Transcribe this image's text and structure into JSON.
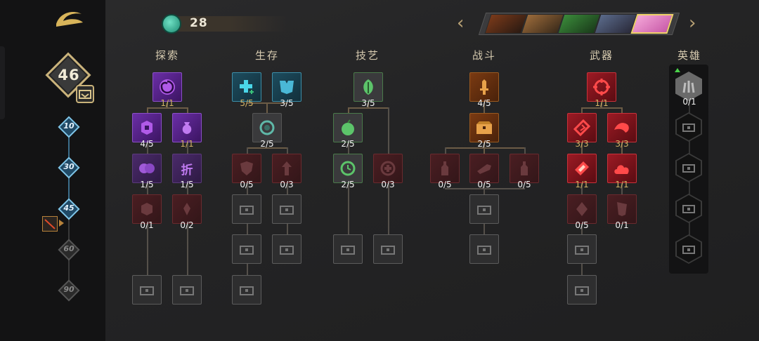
{
  "currency": {
    "amount": "28",
    "icon": "gem-icon"
  },
  "player": {
    "level": "46"
  },
  "milestones": [
    {
      "label": "10",
      "state": "unlocked"
    },
    {
      "label": "30",
      "state": "unlocked"
    },
    {
      "label": "45",
      "state": "unlocked"
    },
    {
      "label": "60",
      "state": "locked"
    },
    {
      "label": "90",
      "state": "locked"
    }
  ],
  "hero_selector": {
    "portraits": [
      "hero-1",
      "hero-2",
      "hero-3",
      "hero-4",
      "hero-5"
    ],
    "selected_index": 4
  },
  "columns": {
    "explore": {
      "title": "探索",
      "nodes": [
        {
          "id": "explore-1",
          "count": "1/1",
          "icon": "swirl-icon",
          "state": "maxed"
        },
        {
          "id": "explore-2",
          "count": "4/5",
          "icon": "coin-icon",
          "state": "active"
        },
        {
          "id": "explore-3",
          "count": "1/1",
          "icon": "pouch-icon",
          "state": "maxed"
        },
        {
          "id": "explore-4",
          "count": "1/5",
          "icon": "coins-icon",
          "state": "active"
        },
        {
          "id": "explore-5",
          "count": "1/5",
          "icon": "discount-icon",
          "state": "active",
          "glyph": "折"
        },
        {
          "id": "explore-6",
          "count": "0/1",
          "icon": "coin-icon",
          "state": "dim"
        },
        {
          "id": "explore-7",
          "count": "0/2",
          "icon": "gem-shard-icon",
          "state": "dim"
        },
        {
          "id": "explore-8",
          "count": "",
          "icon": "lock-chest-icon",
          "state": "locked"
        },
        {
          "id": "explore-9",
          "count": "",
          "icon": "lock-chest-icon",
          "state": "locked"
        }
      ]
    },
    "survival": {
      "title": "生存",
      "nodes": [
        {
          "id": "survival-1",
          "count": "5/5",
          "icon": "heal-plus-icon",
          "state": "maxed"
        },
        {
          "id": "survival-2",
          "count": "3/5",
          "icon": "armor-icon",
          "state": "active"
        },
        {
          "id": "survival-3",
          "count": "2/5",
          "icon": "recycle-icon",
          "state": "active"
        },
        {
          "id": "survival-4",
          "count": "0/5",
          "icon": "shield-icon",
          "state": "dim"
        },
        {
          "id": "survival-5",
          "count": "0/3",
          "icon": "rise-icon",
          "state": "dim"
        },
        {
          "id": "survival-6",
          "count": "",
          "icon": "lock-chest-icon",
          "state": "locked"
        },
        {
          "id": "survival-7",
          "count": "",
          "icon": "lock-chest-icon",
          "state": "locked"
        },
        {
          "id": "survival-8",
          "count": "",
          "icon": "lock-chest-icon",
          "state": "locked"
        },
        {
          "id": "survival-9",
          "count": "",
          "icon": "lock-chest-icon",
          "state": "locked"
        },
        {
          "id": "survival-10",
          "count": "",
          "icon": "lock-chest-icon",
          "state": "locked"
        }
      ]
    },
    "craft": {
      "title": "技艺",
      "nodes": [
        {
          "id": "craft-1",
          "count": "3/5",
          "icon": "leaf-icon",
          "state": "active"
        },
        {
          "id": "craft-2",
          "count": "2/5",
          "icon": "fruit-icon",
          "state": "active"
        },
        {
          "id": "craft-3",
          "count": "2/5",
          "icon": "clock-icon",
          "state": "active"
        },
        {
          "id": "craft-4",
          "count": "0/3",
          "icon": "medkit-icon",
          "state": "dim"
        },
        {
          "id": "craft-5",
          "count": "",
          "icon": "lock-chest-icon",
          "state": "locked"
        },
        {
          "id": "craft-6",
          "count": "",
          "icon": "lock-chest-icon",
          "state": "locked"
        }
      ]
    },
    "combat": {
      "title": "战斗",
      "nodes": [
        {
          "id": "combat-1",
          "count": "4/5",
          "icon": "sword-icon",
          "state": "active"
        },
        {
          "id": "combat-2",
          "count": "2/5",
          "icon": "chest-icon",
          "state": "active"
        },
        {
          "id": "combat-3",
          "count": "0/5",
          "icon": "bottle-icon",
          "state": "dim"
        },
        {
          "id": "combat-4",
          "count": "0/5",
          "icon": "bullet-icon",
          "state": "dim"
        },
        {
          "id": "combat-5",
          "count": "0/5",
          "icon": "bottle-icon",
          "state": "dim"
        },
        {
          "id": "combat-6",
          "count": "",
          "icon": "lock-chest-icon",
          "state": "locked"
        },
        {
          "id": "combat-7",
          "count": "",
          "icon": "lock-chest-icon",
          "state": "locked"
        }
      ]
    },
    "weapon": {
      "title": "武器",
      "nodes": [
        {
          "id": "weapon-1",
          "count": "1/1",
          "icon": "crosshair-icon",
          "state": "maxed"
        },
        {
          "id": "weapon-2",
          "count": "3/3",
          "icon": "slash-icon",
          "state": "maxed"
        },
        {
          "id": "weapon-3",
          "count": "3/3",
          "icon": "splash-icon",
          "state": "maxed"
        },
        {
          "id": "weapon-4",
          "count": "1/1",
          "icon": "diamond-icon",
          "state": "maxed"
        },
        {
          "id": "weapon-5",
          "count": "1/1",
          "icon": "cloud-icon",
          "state": "maxed"
        },
        {
          "id": "weapon-6",
          "count": "0/5",
          "icon": "drop-icon",
          "state": "dim"
        },
        {
          "id": "weapon-7",
          "count": "0/1",
          "icon": "flag-icon",
          "state": "dim"
        },
        {
          "id": "weapon-8",
          "count": "",
          "icon": "lock-chest-icon",
          "state": "locked"
        },
        {
          "id": "weapon-9",
          "count": "",
          "icon": "lock-chest-icon",
          "state": "locked"
        }
      ]
    },
    "hero": {
      "title": "英雄",
      "nodes": [
        {
          "id": "hero-1",
          "count": "0/1",
          "icon": "claw-icon",
          "state": "available"
        },
        {
          "id": "hero-2",
          "count": "",
          "icon": "lock-chest-icon",
          "state": "locked"
        },
        {
          "id": "hero-3",
          "count": "",
          "icon": "lock-chest-icon",
          "state": "locked"
        },
        {
          "id": "hero-4",
          "count": "",
          "icon": "lock-chest-icon",
          "state": "locked"
        },
        {
          "id": "hero-5",
          "count": "",
          "icon": "lock-chest-icon",
          "state": "locked"
        }
      ]
    }
  }
}
